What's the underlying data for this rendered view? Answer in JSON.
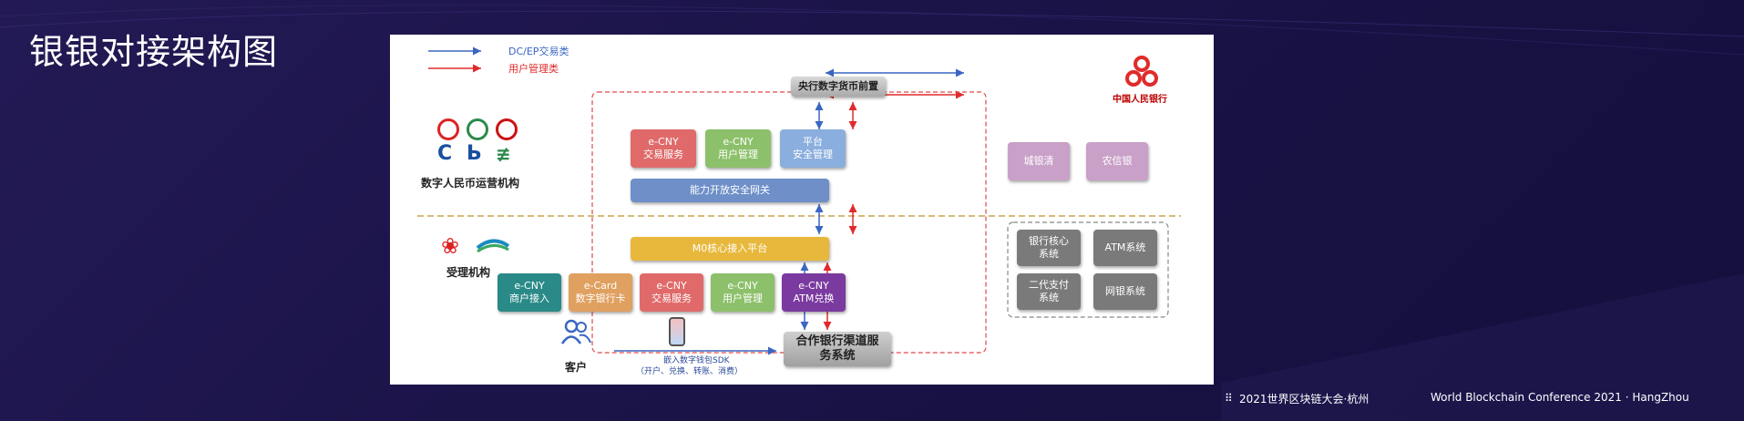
{
  "slide": {
    "title": "银银对接架构图"
  },
  "legend": [
    {
      "label": "DC/EP交易类",
      "color": "#3a66c2"
    },
    {
      "label": "用户管理类",
      "color": "#e02b2b"
    }
  ],
  "pboc": {
    "logo_text": "中国人民银行",
    "front": "央行数字货币前置"
  },
  "operators": {
    "label": "数字人民币运营机构"
  },
  "acceptors": {
    "label": "受理机构"
  },
  "customer": {
    "label": "客户"
  },
  "core_boxes": {
    "ecny_trade": "e-CNY\n交易服务",
    "ecny_user": "e-CNY\n用户管理",
    "platform_security": "平台\n安全管理",
    "gateway": "能力开放安全网关"
  },
  "clearing": {
    "city": "城银清",
    "rural": "农信银"
  },
  "m0": "M0核心接入平台",
  "bottom_boxes": {
    "merchant": "e-CNY\n商户接入",
    "ecard": "e-Card\n数字银行卡",
    "trade": "e-CNY\n交易服务",
    "user": "e-CNY\n用户管理",
    "atm": "e-CNY\nATM兑换"
  },
  "bank_systems": {
    "core": "银行核心\n系统",
    "atm": "ATM系统",
    "payment2": "二代支付\n系统",
    "ebank": "网银系统"
  },
  "channel": "合作银行渠道服\n务系统",
  "sdk": {
    "line1": "嵌入数字钱包SDK",
    "line2": "（开户、兑换、转账、消费）"
  },
  "footer": {
    "left": "2021世界区块链大会·杭州",
    "right": "World Blockchain Conference 2021 · HangZhou"
  },
  "colors": {
    "trade": "#3a66c2",
    "user": "#e02b2b",
    "dash": "#c9a24a",
    "frame_red": "#e04a4a"
  },
  "icons": [
    "icbc-logo-icon",
    "abc-logo-icon",
    "boc-logo-icon",
    "ccb-logo-icon",
    "bocom-logo-icon",
    "psbc-logo-icon",
    "unionpay-logo-icon",
    "alipay-logo-icon",
    "customer-icon",
    "phone-icon",
    "pboc-logo-icon",
    "blockchain-logo-icon"
  ]
}
